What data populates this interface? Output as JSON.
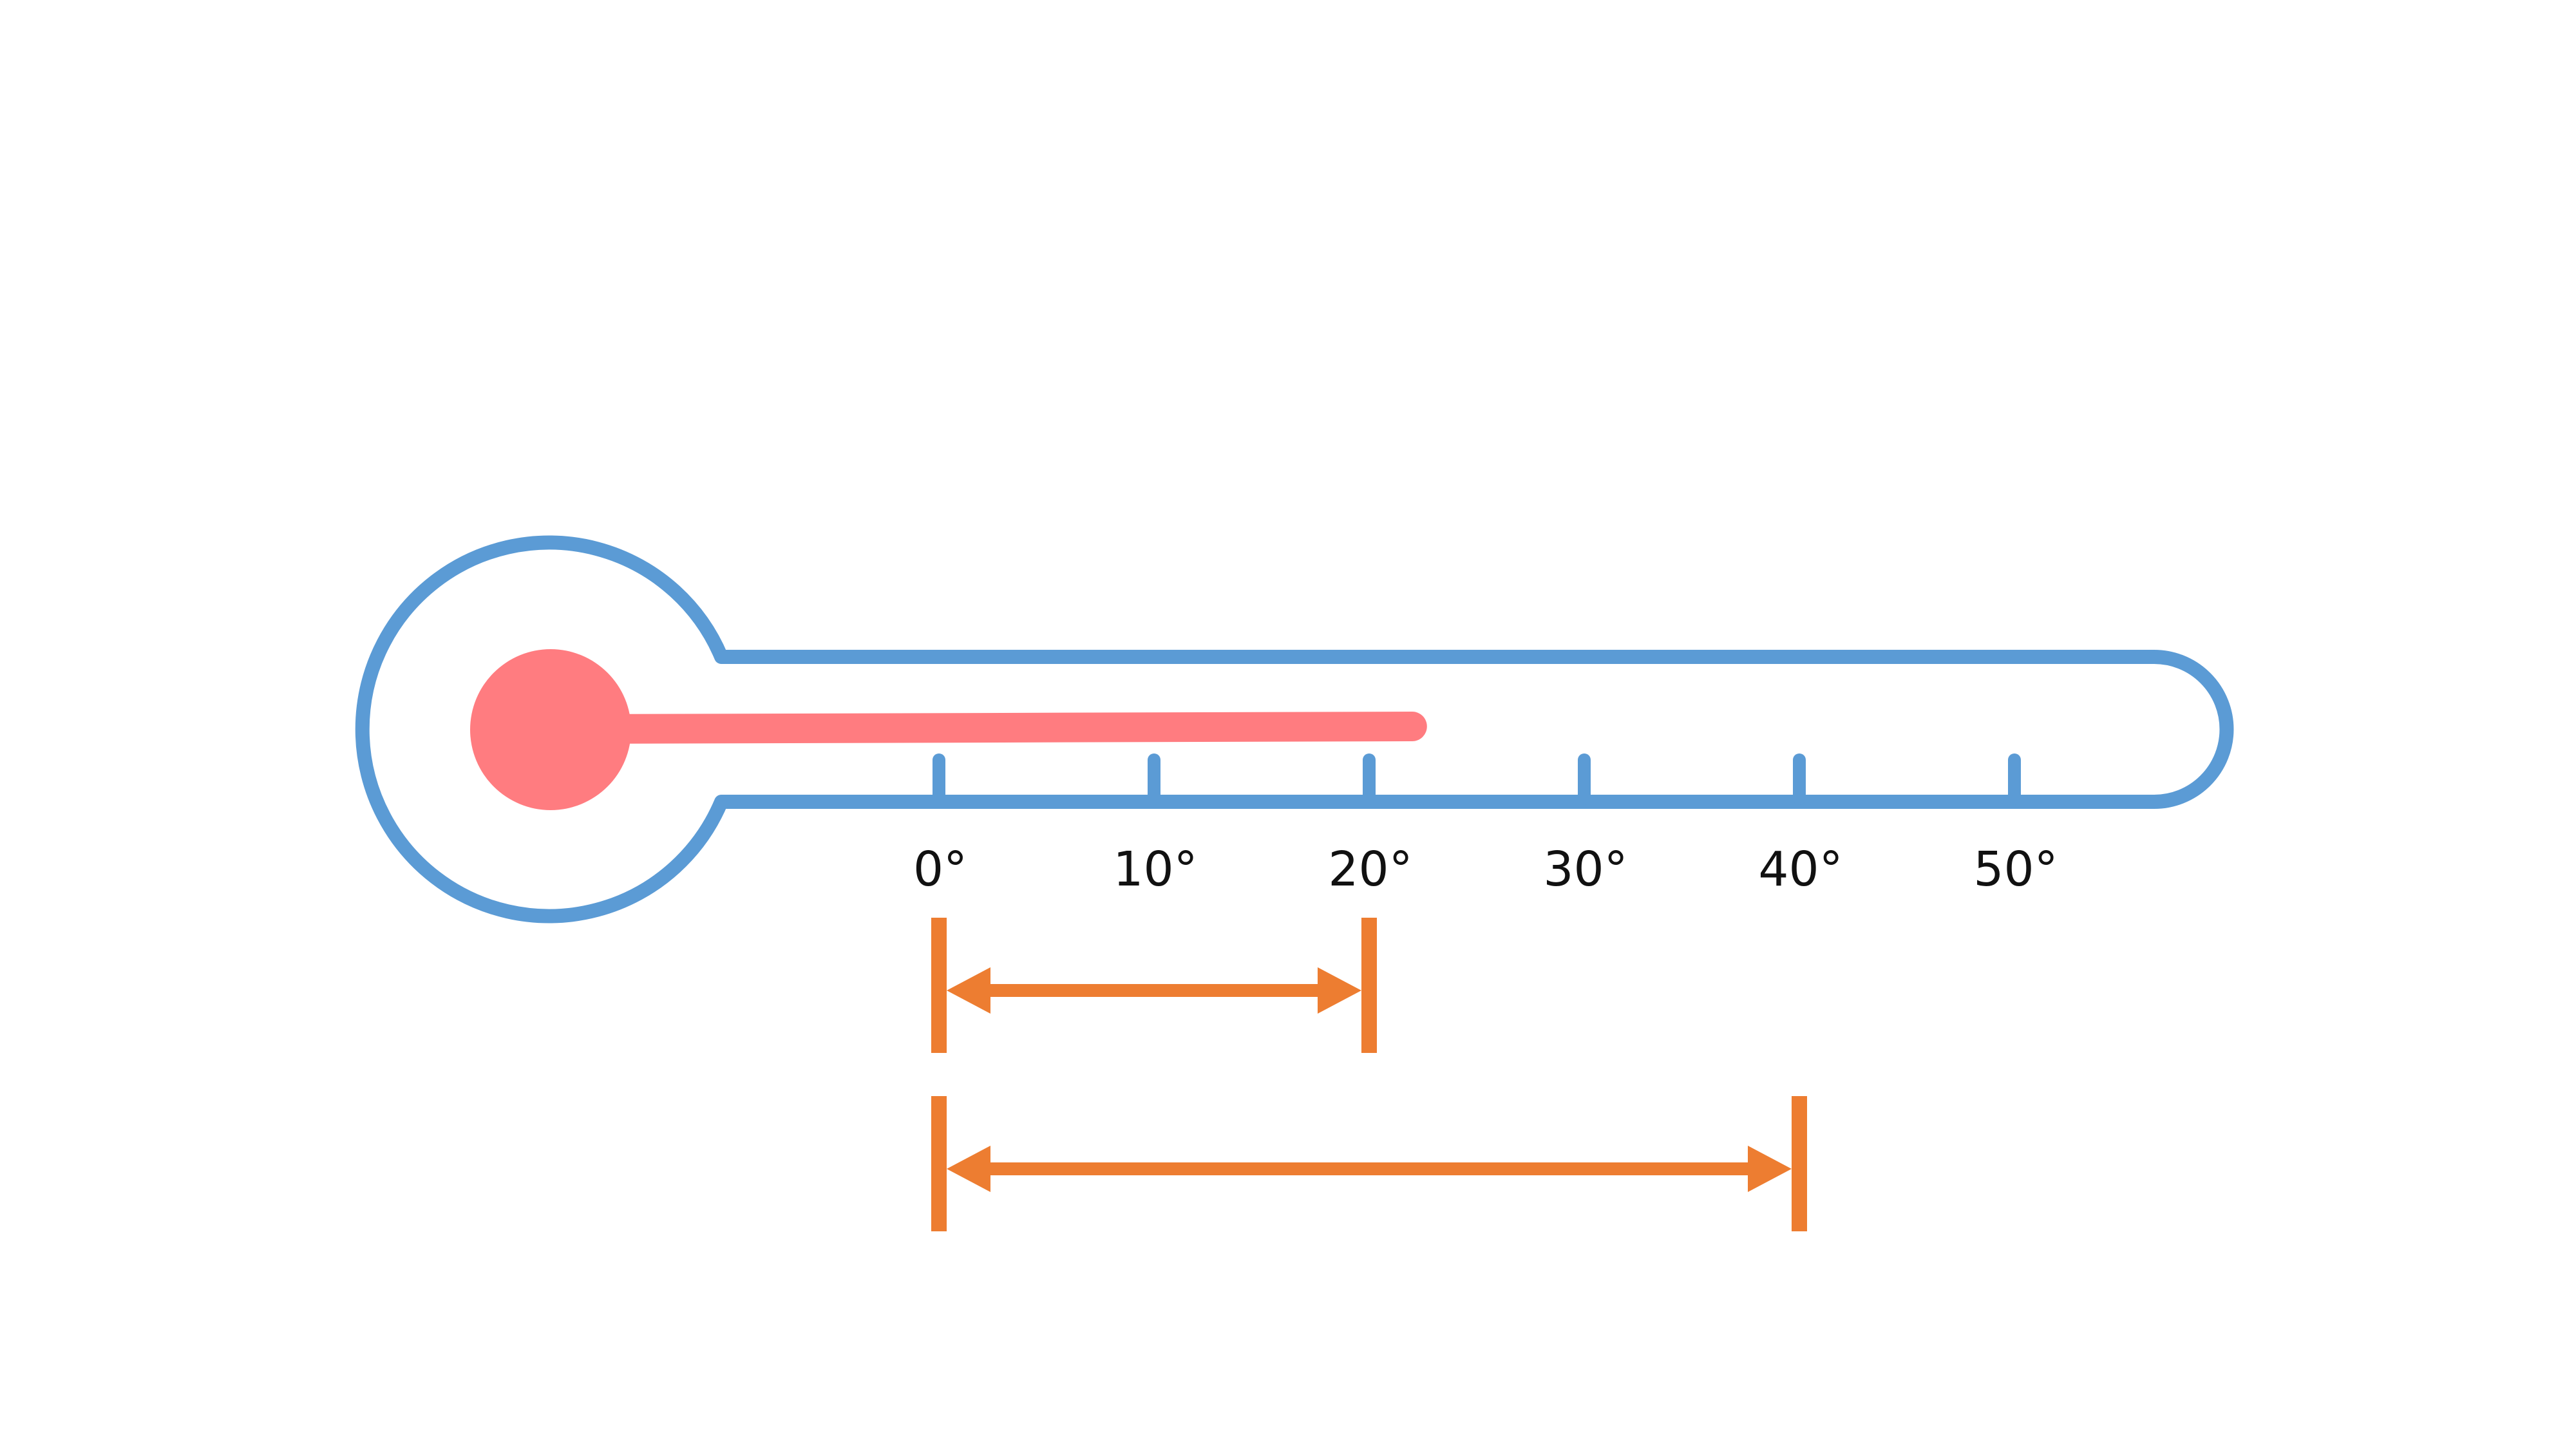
{
  "thermometer": {
    "scale_labels": [
      "0°",
      "10°",
      "20°",
      "30°",
      "40°",
      "50°"
    ],
    "scale_values": [
      0,
      10,
      20,
      30,
      40,
      50
    ],
    "mercury_level": 22,
    "outline_color": "#5B9BD5",
    "mercury_color": "#FF7C80"
  },
  "ranges": {
    "color": "#ED7D31",
    "items": [
      {
        "from": 0,
        "to": 20
      },
      {
        "from": 0,
        "to": 40
      }
    ]
  }
}
